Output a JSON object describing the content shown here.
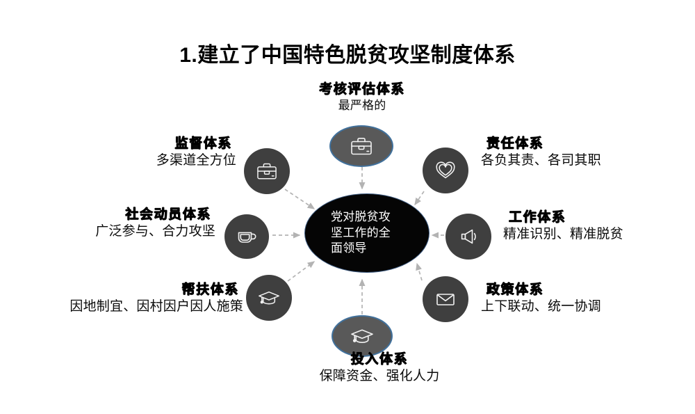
{
  "title": "1.建立了中国特色脱贫攻坚制度体系",
  "center": {
    "name": "center-node",
    "line1": "党对脱贫攻",
    "line2": "坚工作的全",
    "line3": "面领导",
    "fill": "#050505",
    "outline": "#3c5a80",
    "text_color": "#ffffff"
  },
  "colors": {
    "circle_dark": "#3f3f3f",
    "ellipse_gray": "#595959",
    "ellipse_outline": "#41719c",
    "connector": "#b3b3b3",
    "background": "#ffffff"
  },
  "nodes": [
    {
      "id": "kaohe",
      "heading": "考核评估体系",
      "sub": "最严格的",
      "icon": "briefcase-icon",
      "shape": "ellipse",
      "position": "top"
    },
    {
      "id": "zeren",
      "heading": "责任体系",
      "sub": "各负其责、各司其职",
      "icon": "heart-icon",
      "shape": "circle",
      "position": "top-right"
    },
    {
      "id": "gongzuo",
      "heading": "工作体系",
      "sub": "精准识别、精准脱贫",
      "icon": "megaphone-icon",
      "shape": "circle",
      "position": "right"
    },
    {
      "id": "zhengce",
      "heading": "政策体系",
      "sub": "上下联动、统一协调",
      "icon": "envelope-icon",
      "shape": "circle",
      "position": "bottom-right"
    },
    {
      "id": "touru",
      "heading": "投入体系",
      "sub": "保障资金、强化人力",
      "icon": "graduation-cap-icon",
      "shape": "ellipse",
      "position": "bottom"
    },
    {
      "id": "bangfu",
      "heading": "帮扶体系",
      "sub": "因地制宜、因村因户因人施策",
      "icon": "graduation-cap-icon",
      "shape": "circle",
      "position": "bottom-left"
    },
    {
      "id": "shehui",
      "heading": "社会动员体系",
      "sub": "广泛参与、合力攻坚",
      "icon": "cup-icon",
      "shape": "circle",
      "position": "left"
    },
    {
      "id": "jiandu",
      "heading": "监督体系",
      "sub": "多渠道全方位",
      "icon": "briefcase-icon",
      "shape": "circle",
      "position": "top-left"
    }
  ]
}
